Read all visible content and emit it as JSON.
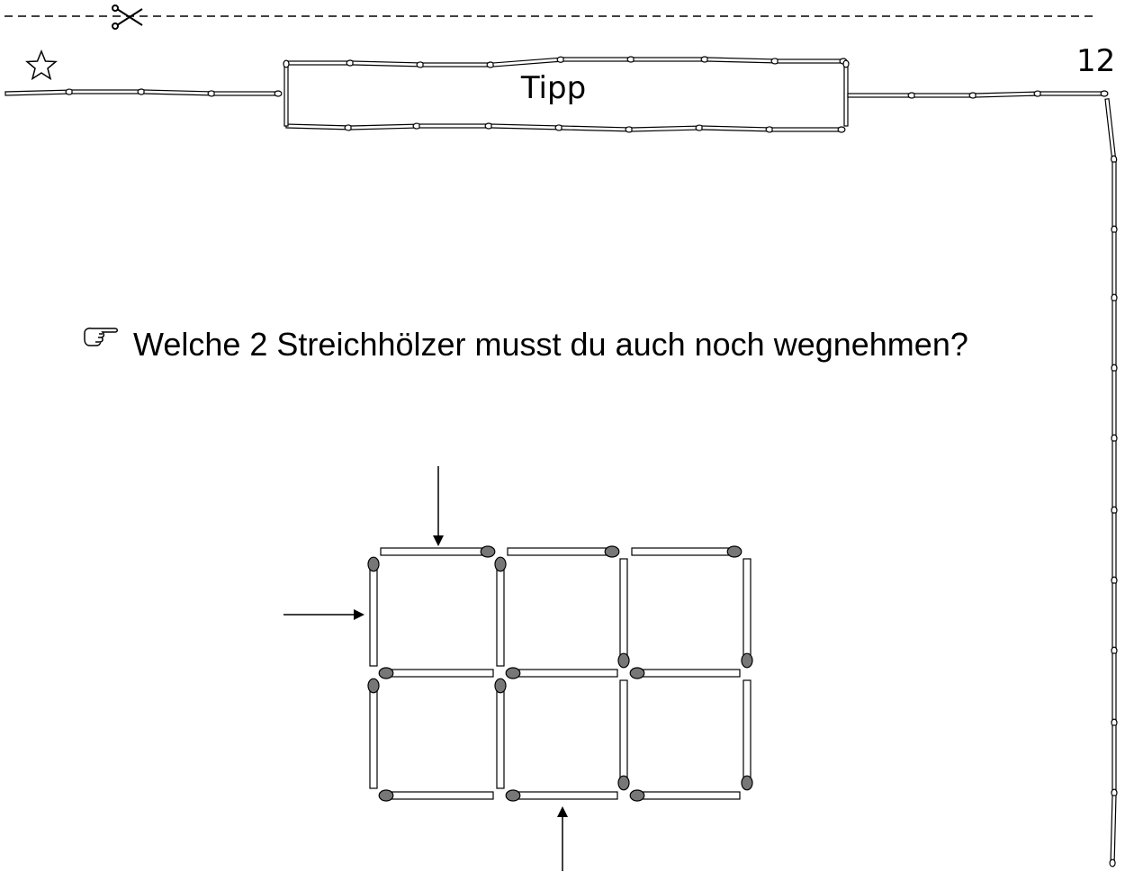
{
  "header": {
    "title": "Tipp",
    "page_number": "12"
  },
  "question": "Welche 2 Streichhölzer musst du auch noch wegnehmen?",
  "icons": {
    "scissors": "scissors-icon",
    "star": "star-icon",
    "pointing_hand": "pointing-hand-icon"
  },
  "puzzle": {
    "grid": "2x3",
    "matchstick_count": 17,
    "arrows_marking": [
      "top-left-horizontal",
      "left-upper-vertical",
      "bottom-middle-horizontal"
    ]
  },
  "colors": {
    "match_head": "#777777",
    "line": "#000000"
  }
}
